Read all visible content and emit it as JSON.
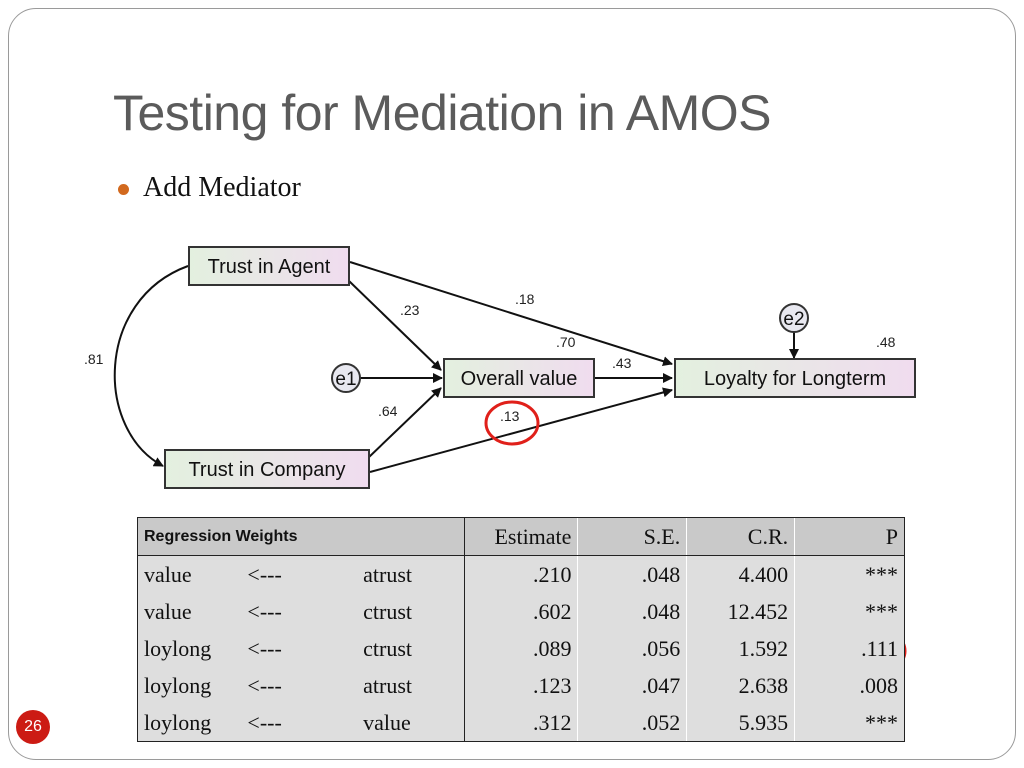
{
  "slide": {
    "title": "Testing for Mediation in AMOS",
    "bullet": "Add Mediator",
    "page_number": "26",
    "highlight_color": "#e0201a"
  },
  "diagram": {
    "nodes": {
      "trust_agent": "Trust in Agent",
      "trust_company": "Trust in Company",
      "overall_value": "Overall value",
      "loyalty": "Loyalty for Longterm",
      "e1": "e1",
      "e2": "e2"
    },
    "coefficients": {
      "correlation": ".81",
      "agent_to_value": ".23",
      "company_to_value": ".64",
      "agent_to_loyalty": ".18",
      "company_to_loyalty": ".13",
      "value_to_loyalty": ".43",
      "value_r2": ".70",
      "loyalty_r2": ".48"
    },
    "colors": {
      "node_fill": "#e6f0e3",
      "node_fill_alt": "#efdcef",
      "node_border": "#333333"
    }
  },
  "table": {
    "header": {
      "label": "Regression Weights",
      "estimate": "Estimate",
      "se": "S.E.",
      "cr": "C.R.",
      "p": "P"
    },
    "rows": [
      {
        "dv": "value",
        "arrow": "<---",
        "iv": "atrust",
        "estimate": ".210",
        "se": ".048",
        "cr": "4.400",
        "p": "***"
      },
      {
        "dv": "value",
        "arrow": "<---",
        "iv": "ctrust",
        "estimate": ".602",
        "se": ".048",
        "cr": "12.452",
        "p": "***"
      },
      {
        "dv": "loylong",
        "arrow": "<---",
        "iv": "ctrust",
        "estimate": ".089",
        "se": ".056",
        "cr": "1.592",
        "p": ".111"
      },
      {
        "dv": "loylong",
        "arrow": "<---",
        "iv": "atrust",
        "estimate": ".123",
        "se": ".047",
        "cr": "2.638",
        "p": ".008"
      },
      {
        "dv": "loylong",
        "arrow": "<---",
        "iv": "value",
        "estimate": ".312",
        "se": ".052",
        "cr": "5.935",
        "p": "***"
      }
    ]
  }
}
